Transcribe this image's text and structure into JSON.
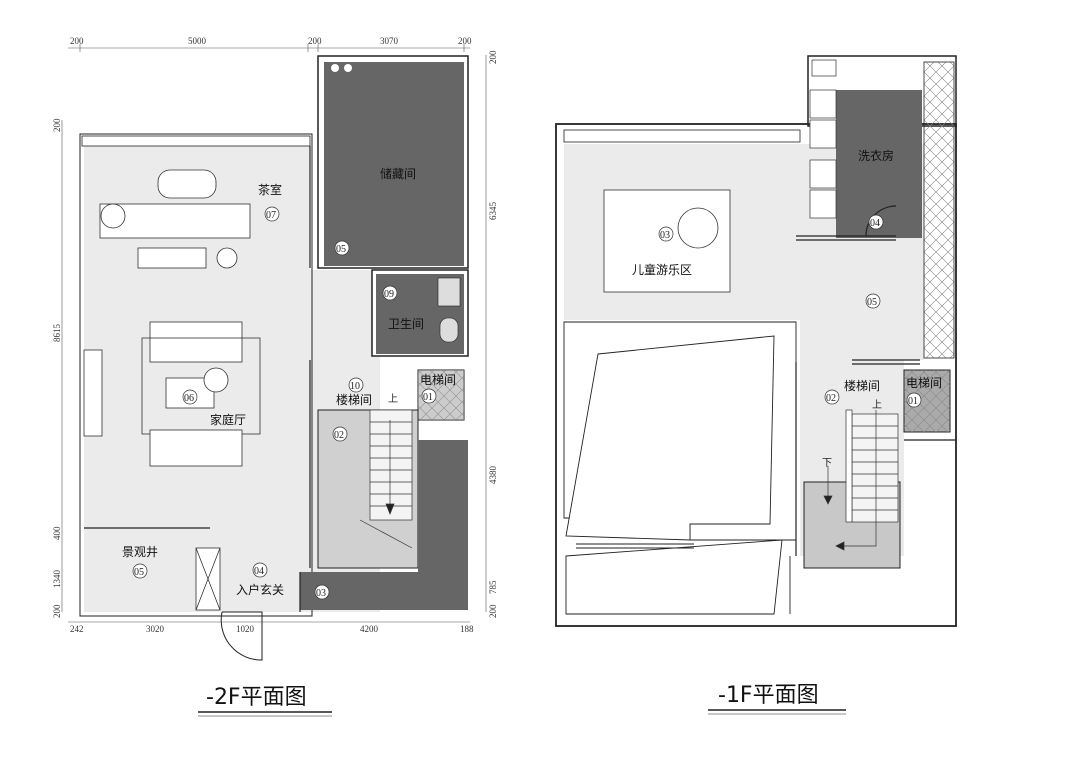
{
  "plan_left": {
    "title": "-2F平面图",
    "dims_top": [
      "200",
      "5000",
      "200",
      "3070",
      "200"
    ],
    "dims_bottom": [
      "242",
      "3020",
      "1020",
      "4200",
      "188"
    ],
    "dims_left": [
      "200",
      "8615",
      "400",
      "1340",
      "200"
    ],
    "dims_right": [
      "200",
      "6345",
      "4380",
      "785",
      "200"
    ],
    "rooms": [
      {
        "name": "茶室",
        "num": "07"
      },
      {
        "name": "储藏间",
        "num": "05"
      },
      {
        "name": "卫生间",
        "num": "09"
      },
      {
        "name": "电梯间",
        "num": "01"
      },
      {
        "name": "楼梯间",
        "num": "10"
      },
      {
        "name": "家庭厅",
        "num": "06"
      },
      {
        "name": "景观井",
        "num": "05"
      },
      {
        "name": "入户玄关",
        "num": "04"
      }
    ],
    "extra_nums": [
      "02",
      "03"
    ],
    "stair_up": "上"
  },
  "plan_right": {
    "title": "-1F平面图",
    "rooms": [
      {
        "name": "洗衣房",
        "num": "04"
      },
      {
        "name": "儿童游乐区",
        "num": "03"
      },
      {
        "name": "楼梯间",
        "num": "02"
      },
      {
        "name": "电梯间",
        "num": "01"
      }
    ],
    "extra_nums": [
      "05"
    ],
    "stair_up": "上",
    "stair_down": "下"
  }
}
